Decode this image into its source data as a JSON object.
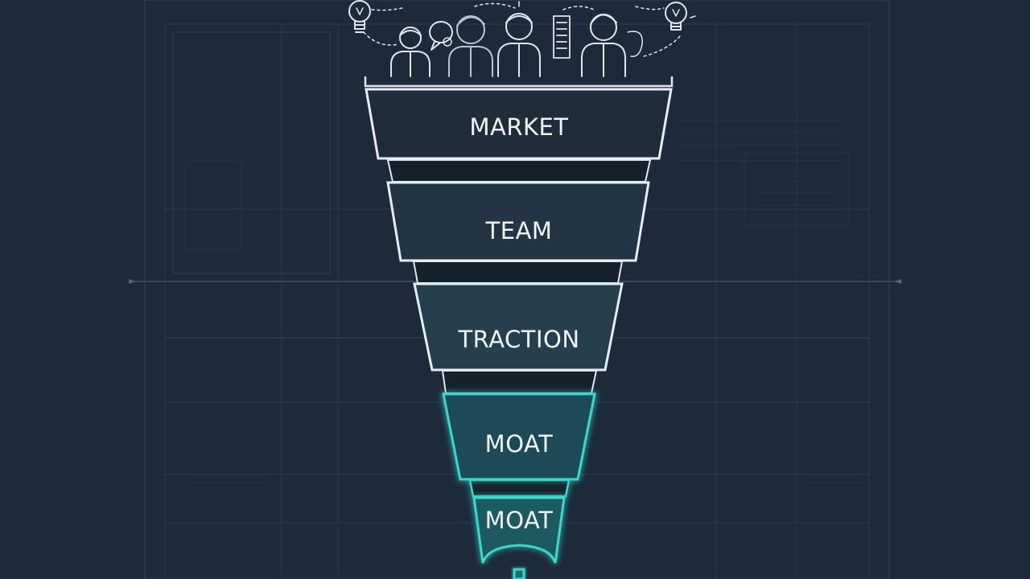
{
  "diagram": {
    "colors": {
      "background": "#1c2a3a",
      "grid": "#3a4d62",
      "stroke": "#dfe7ee",
      "accent": "#38d9cc"
    },
    "top_icons": [
      "lightbulb-icon",
      "person-icon",
      "speech-bubble-icon",
      "person-icon",
      "document-stack-icon",
      "person-icon",
      "lightbulb-icon"
    ],
    "stages": [
      {
        "label": "MARKET"
      },
      {
        "label": "TEAM"
      },
      {
        "label": "TRACTION"
      },
      {
        "label": "MOAT"
      },
      {
        "label": "MOAT"
      }
    ]
  }
}
